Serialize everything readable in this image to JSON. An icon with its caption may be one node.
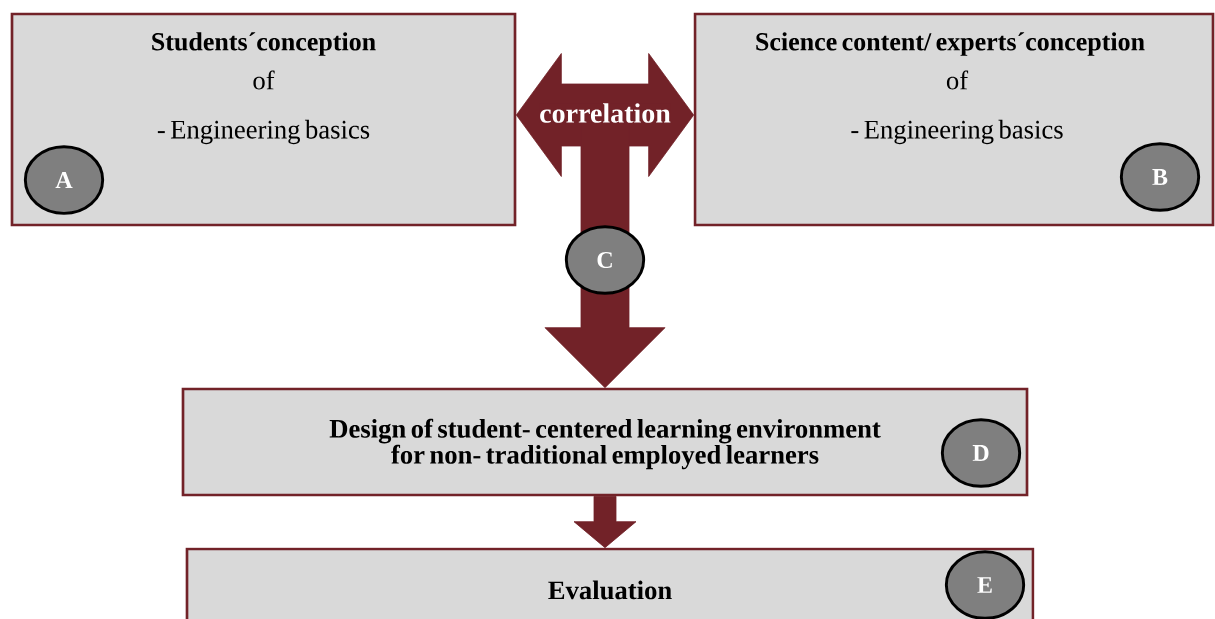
{
  "diagram": {
    "nodes": [
      {
        "text": [
          "Students´conception",
          "of",
          "- Engineering basics"
        ]
      },
      {
        "text": [
          "A"
        ],
        "in": 0
      },
      {
        "text": [
          "Science content/ experts´conception",
          "of",
          "- Engineering basics"
        ]
      },
      {
        "text": [
          "B"
        ],
        "in": 2
      },
      {
        "text": [
          "C"
        ]
      },
      {
        "text": [
          "Design of student- centered learning environment for non- traditional employed learners"
        ]
      },
      {
        "text": [
          "D"
        ],
        "in": 5
      },
      {
        "text": [
          "Evaluation"
        ]
      },
      {
        "text": [
          "E"
        ],
        "in": 7
      }
    ],
    "edges": [
      {
        "from": 0,
        "to": 2,
        "arrow": "both",
        "label": "correlation"
      },
      {
        "from": null,
        "to": 5,
        "arrow": "to"
      },
      {
        "from": 5,
        "to": 7,
        "arrow": "to"
      }
    ]
  }
}
